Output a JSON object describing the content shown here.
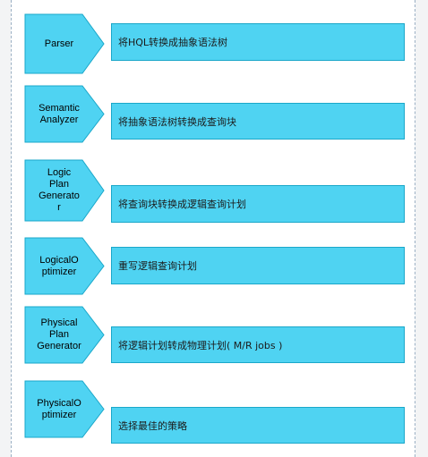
{
  "colors": {
    "pentagon_fill": "#4fd3f2",
    "pentagon_stroke": "#1aa7c9",
    "box_fill": "#4fd3f2",
    "box_stroke": "#1aa7c9"
  },
  "steps": [
    {
      "name": "Parser",
      "description": "将HQL转换成抽象语法树"
    },
    {
      "name": "Semantic\nAnalyzer",
      "description": "将抽象语法树转换成查询块"
    },
    {
      "name": "Logic\nPlan\nGenerato\nr",
      "description": "将查询块转换成逻辑查询计划"
    },
    {
      "name": "LogicalO\nptimizer",
      "description": "重写逻辑查询计划"
    },
    {
      "name": "Physical\nPlan\nGenerator",
      "description": "将逻辑计划转成物理计划( M/R jobs )"
    },
    {
      "name": "PhysicalO\nptimizer",
      "description": "选择最佳的策略"
    }
  ]
}
